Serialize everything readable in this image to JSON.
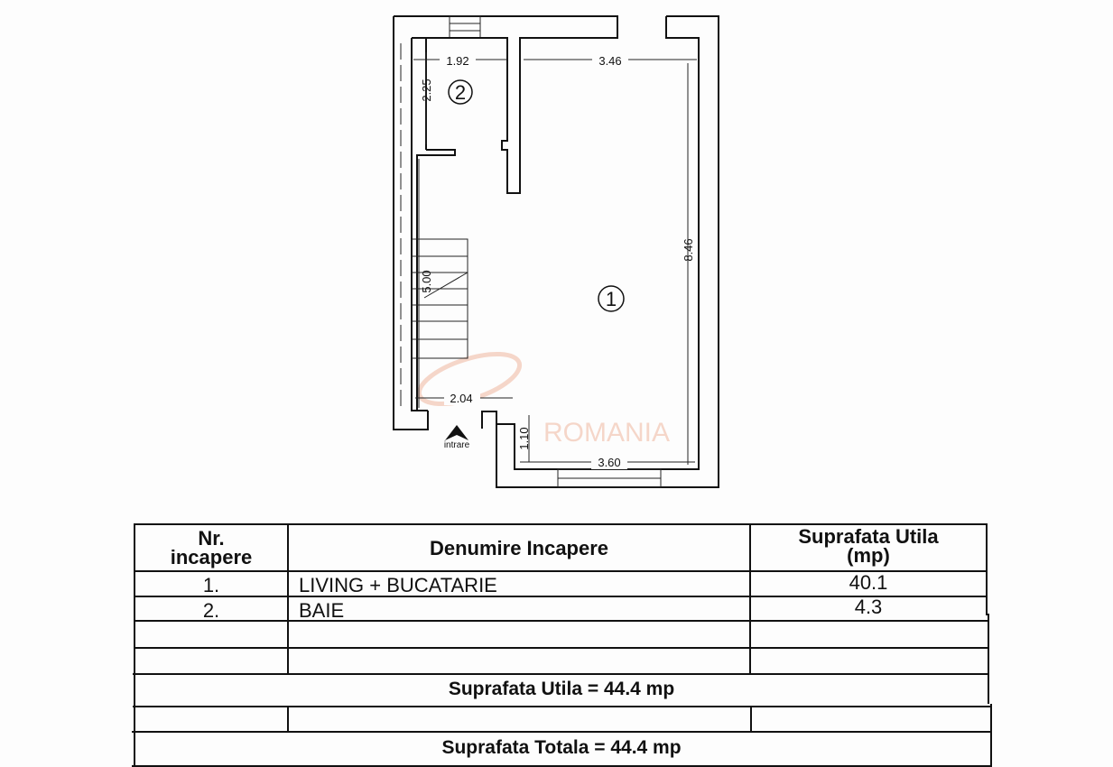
{
  "plan": {
    "dimensions": {
      "bath_width": "1.92",
      "bath_depth": "2.25",
      "living_top_width": "3.46",
      "living_depth": "8.46",
      "stair_length": "5.00",
      "stair_width": "2.04",
      "entry_depth": "1.10",
      "bottom_width": "3.60"
    },
    "rooms": [
      {
        "marker": "1"
      },
      {
        "marker": "2"
      }
    ],
    "entrance_label": "intrare",
    "entrance_icon": "entrance-arrow-icon",
    "watermark_text": "ROMANIA",
    "watermark_color": "#f0b8a0"
  },
  "table": {
    "header": {
      "nr_line1": "Nr.",
      "nr_line2": "incapere",
      "name": "Denumire Incapere",
      "area_line1": "Suprafata Utila",
      "area_line2": "(mp)"
    },
    "rows": [
      {
        "nr": "1.",
        "name": "LIVING + BUCATARIE",
        "area": "40.1"
      },
      {
        "nr": "2.",
        "name": "BAIE",
        "area": "4.3"
      }
    ],
    "total_usable": "Suprafata Utila = 44.4 mp",
    "total_all": "Suprafata Totala = 44.4 mp"
  }
}
